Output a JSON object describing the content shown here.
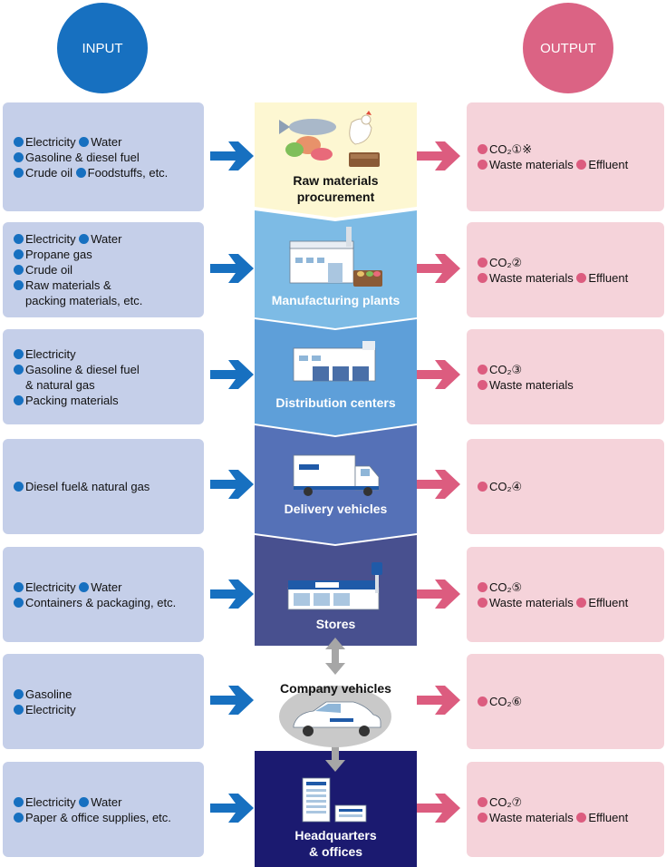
{
  "header": {
    "input_label": "INPUT",
    "output_label": "OUTPUT"
  },
  "stages": [
    {
      "label_lines": [
        "Raw materials",
        "procurement"
      ],
      "inputs": [
        [
          {
            "text": "Electricity"
          },
          {
            "text": "Water"
          }
        ],
        [
          {
            "text": "Gasoline & diesel fuel"
          }
        ],
        [
          {
            "text": "Crude oil"
          },
          {
            "text": "Foodstuffs, etc."
          }
        ]
      ],
      "outputs": [
        [
          {
            "text": "CO₂①※"
          }
        ],
        [
          {
            "text": "Waste materials"
          },
          {
            "text": "Effluent"
          }
        ]
      ]
    },
    {
      "label_lines": [
        "Manufacturing plants"
      ],
      "inputs": [
        [
          {
            "text": "Electricity"
          },
          {
            "text": "Water"
          }
        ],
        [
          {
            "text": "Propane gas"
          }
        ],
        [
          {
            "text": "Crude oil"
          }
        ],
        [
          {
            "text": "Raw materials &"
          }
        ],
        [
          {
            "text": "packing materials, etc.",
            "indent": true
          }
        ]
      ],
      "outputs": [
        [
          {
            "text": "CO₂②"
          }
        ],
        [
          {
            "text": "Waste materials"
          },
          {
            "text": "Effluent"
          }
        ]
      ]
    },
    {
      "label_lines": [
        "Distribution centers"
      ],
      "inputs": [
        [
          {
            "text": "Electricity"
          }
        ],
        [
          {
            "text": "Gasoline & diesel fuel"
          }
        ],
        [
          {
            "text": "& natural gas",
            "indent": true
          }
        ],
        [
          {
            "text": "Packing materials"
          }
        ]
      ],
      "outputs": [
        [
          {
            "text": "CO₂③"
          }
        ],
        [
          {
            "text": "Waste materials"
          }
        ]
      ]
    },
    {
      "label_lines": [
        "Delivery vehicles"
      ],
      "inputs": [
        [
          {
            "text": "Diesel fuel& natural gas"
          }
        ]
      ],
      "outputs": [
        [
          {
            "text": "CO₂④"
          }
        ]
      ]
    },
    {
      "label_lines": [
        "Stores"
      ],
      "inputs": [
        [
          {
            "text": "Electricity"
          },
          {
            "text": "Water"
          }
        ],
        [
          {
            "text": "Containers & packaging, etc."
          }
        ]
      ],
      "outputs": [
        [
          {
            "text": "CO₂⑤"
          }
        ],
        [
          {
            "text": "Waste materials"
          },
          {
            "text": "Effluent"
          }
        ]
      ]
    },
    {
      "label_lines": [
        "Company vehicles"
      ],
      "inputs": [
        [
          {
            "text": "Gasoline"
          }
        ],
        [
          {
            "text": "Electricity"
          }
        ]
      ],
      "outputs": [
        [
          {
            "text": "CO₂⑥"
          }
        ]
      ]
    },
    {
      "label_lines": [
        "Headquarters",
        "& offices"
      ],
      "inputs": [
        [
          {
            "text": "Electricity"
          },
          {
            "text": "Water"
          }
        ],
        [
          {
            "text": "Paper & office supplies, etc."
          }
        ]
      ],
      "outputs": [
        [
          {
            "text": "CO₂⑦"
          }
        ],
        [
          {
            "text": "Waste materials"
          },
          {
            "text": "Effluent"
          }
        ]
      ]
    }
  ],
  "colors": {
    "input_blue": "#1770c0",
    "output_pink": "#db6384",
    "input_box": "#c5cfe9",
    "output_box": "#f5d3da",
    "stage_raw": "#fdf7d2",
    "stage_manufacturing": "#7dbbe5",
    "stage_distribution": "#5e9fd9",
    "stage_delivery": "#5571b7",
    "stage_stores": "#48508f",
    "stage_headquarters": "#1b1a70"
  }
}
